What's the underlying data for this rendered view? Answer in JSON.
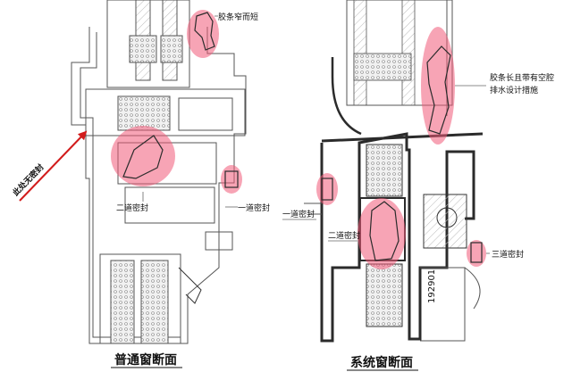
{
  "left": {
    "caption": "普通窗断面",
    "label_short_gasket": "胶条窄而短",
    "label_second_seal": "二道密封",
    "label_first_seal": "一道密封",
    "arrow_label": "此处无密封"
  },
  "right": {
    "caption": "系统窗断面",
    "label_long_gasket_line1": "胶条长且带有空腔",
    "label_long_gasket_line2": "排水设计措施",
    "label_first_seal": "一道密封",
    "label_second_seal": "二道密封",
    "label_third_seal": "三道密封",
    "part_number": "192901"
  },
  "colors": {
    "highlight": "#f05a78",
    "arrow": "#d21c1c",
    "profile_dark": "#2b2b2b",
    "profile_line": "#555555"
  }
}
